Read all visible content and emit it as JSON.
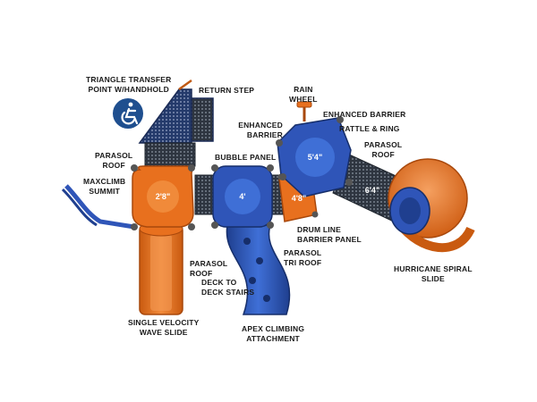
{
  "labels": {
    "triangle_transfer": "TRIANGLE TRANSFER\nPOINT W/HANDHOLD",
    "return_step": "RETURN STEP",
    "rain_wheel": "RAIN\nWHEEL",
    "enhanced_barrier_left": "ENHANCED\nBARRIER",
    "enhanced_barrier_right": "ENHANCED BARRIER",
    "rattle_ring": "RATTLE & RING",
    "parasol_roof_left": "PARASOL\nROOF",
    "bubble_panel": "BUBBLE PANEL",
    "parasol_roof_right": "PARASOL\nROOF",
    "maxclimb_summit": "MAXCLIMB\nSUMMIT",
    "drum_line": "DRUM LINE\nBARRIER PANEL",
    "parasol_tri_roof": "PARASOL\nTRI ROOF",
    "parasol_roof_bottom": "PARASOL\nROOF",
    "deck_to_deck": "DECK TO\nDECK STAIRS",
    "hurricane_slide": "HURRICANE SPIRAL\nSLIDE",
    "single_velocity": "SINGLE VELOCITY\nWAVE SLIDE",
    "apex_climbing": "APEX CLIMBING\nATTACHMENT"
  },
  "deck_heights": {
    "left_deck": "2'8\"",
    "center_deck": "4'",
    "small_deck": "4'8\"",
    "upper_deck": "5'4\"",
    "bridge": "6'4\""
  },
  "colors": {
    "orange": "#e8701e",
    "blue": "#2f55b8",
    "dark_blue": "#1f3f8f",
    "charcoal": "#2e3540",
    "accessibility": "#1f4f8f"
  },
  "icons": {
    "accessibility": "accessibility-wheelchair-icon"
  }
}
